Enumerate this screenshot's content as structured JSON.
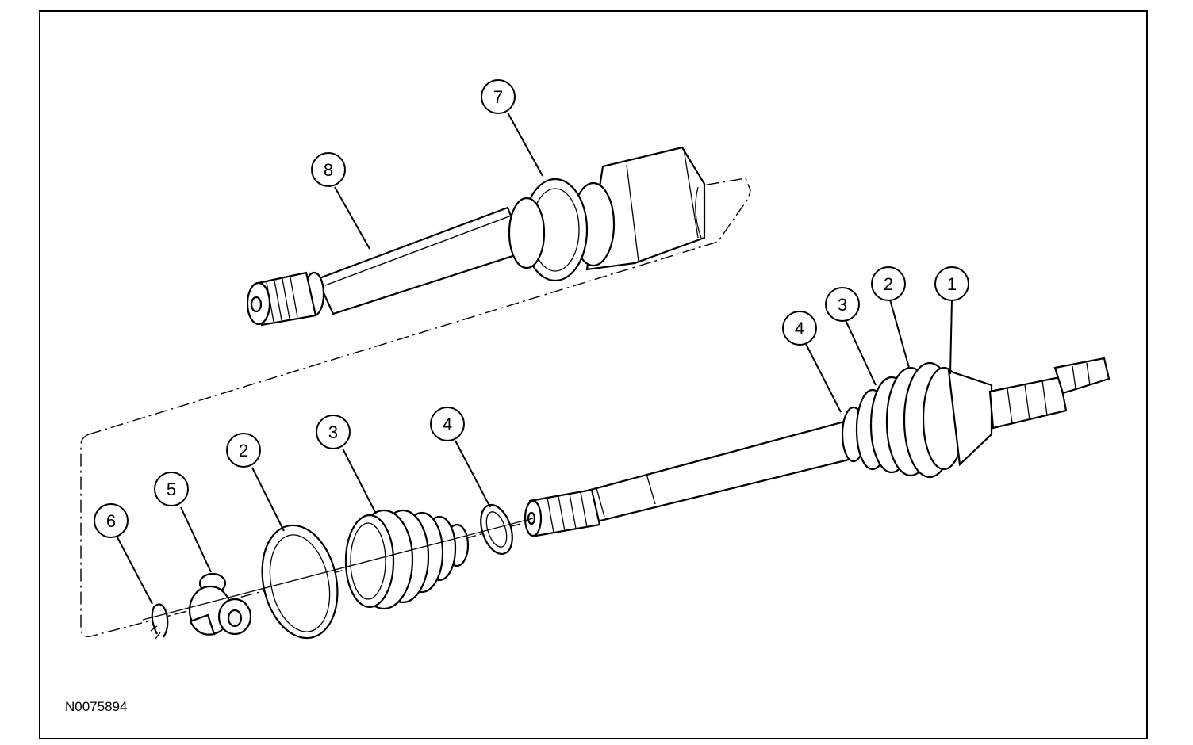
{
  "figure_id": "N0075894",
  "callouts": [
    {
      "label": "1"
    },
    {
      "label": "2"
    },
    {
      "label": "3"
    },
    {
      "label": "4"
    },
    {
      "label": "8"
    },
    {
      "label": "7"
    },
    {
      "label": "6"
    },
    {
      "label": "5"
    },
    {
      "label": "2"
    },
    {
      "label": "3"
    },
    {
      "label": "4"
    }
  ]
}
